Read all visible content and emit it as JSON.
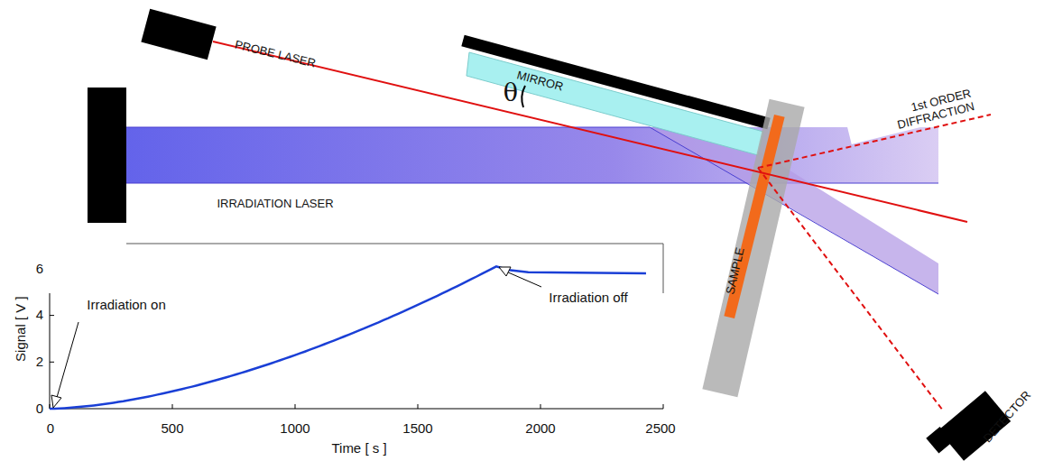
{
  "diagram": {
    "labels": [
      "PROBE LASER",
      "MIRROR",
      "θ",
      "1st ORDER DIFFRACTION",
      "IRRADIATION LASER",
      "SAMPLE",
      "DETECTOR",
      "Signal [ V ]",
      "Time [ s ]",
      "0",
      "2",
      "4",
      "6",
      "0",
      "500",
      "1000",
      "1500",
      "2000",
      "2500",
      "Irradiation on",
      "Irradiation off"
    ]
  }
}
